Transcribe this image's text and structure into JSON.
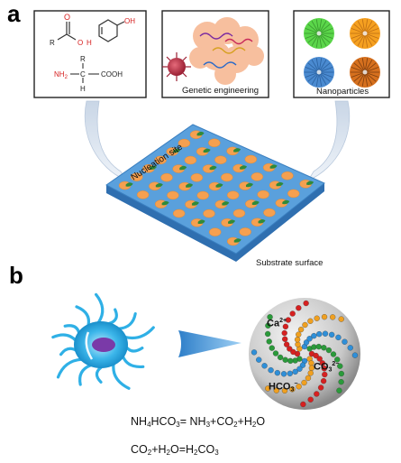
{
  "panel_a": {
    "letter": "a",
    "chem": {
      "carbonyl_o": "O",
      "acid_r": "R",
      "acid_oh": "O",
      "acid_h": "H",
      "phenol_oh": "OH",
      "aa_r": "R",
      "aa_nh2": "NH",
      "aa_nh2_sub": "2",
      "aa_c": "C",
      "aa_cooh": "COOH",
      "aa_h": "H"
    },
    "genetic_label": "Genetic engineering",
    "nano_label": "Nanoparticles",
    "nucleation_label": "Nucleation site",
    "substrate_label": "Substrate surface"
  },
  "panel_b": {
    "letter": "b",
    "labels": {
      "ca": "Ca",
      "ca_sup": "2+",
      "co3": "CO",
      "co3_sub": "3",
      "co3_sup": "2−",
      "hco3": "HCO",
      "hco3_sub": "3",
      "hco3_sup": "−"
    },
    "equation1": [
      "NH",
      "4",
      "HCO",
      "3",
      "= NH",
      "3",
      "+CO",
      "2",
      "+H",
      "2",
      "O"
    ],
    "equation2": [
      "CO",
      "2",
      "+H",
      "2",
      "O=H",
      "2",
      "CO",
      "3"
    ]
  },
  "colors": {
    "substrate_top": "#5aa0dc",
    "substrate_side": "#2f6fb0",
    "site_orange": "#f5a050",
    "site_green": "#2f8a3a",
    "cell_blue": "#2fb0e6",
    "nucleus_purple": "#7a3aa8",
    "acid_red": "#d62020"
  }
}
